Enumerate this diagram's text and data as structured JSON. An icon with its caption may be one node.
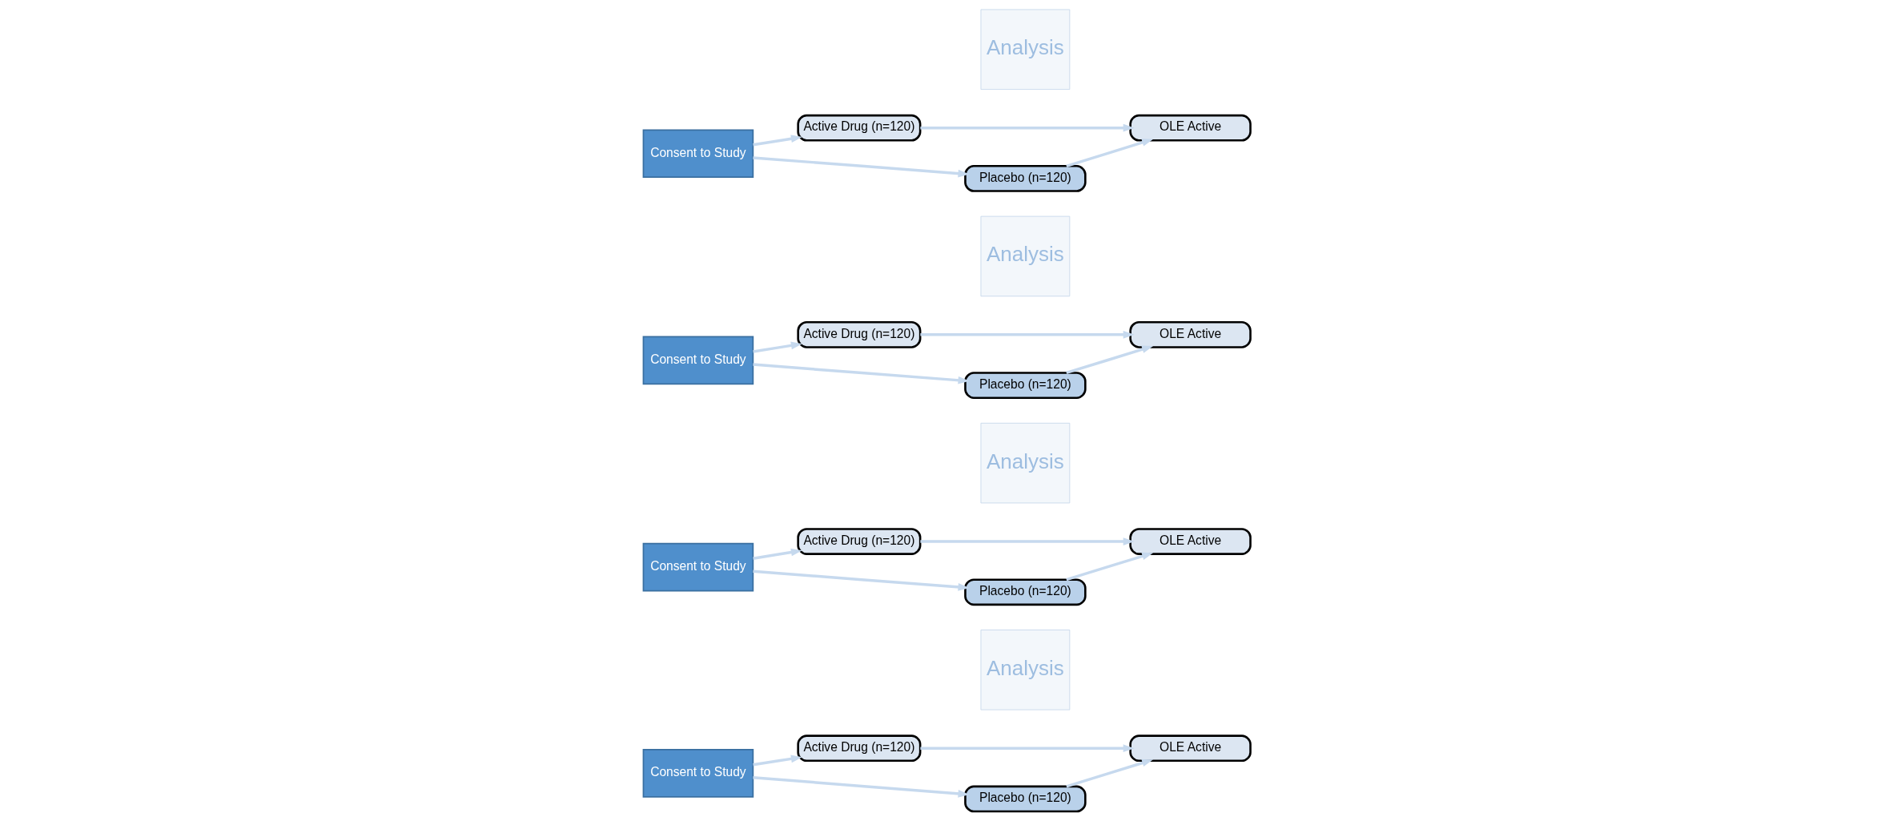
{
  "diagram": {
    "nodes": [
      {
        "text": [
          "Consent to Study"
        ]
      },
      {
        "text": [
          "Active Drug (n=120)"
        ]
      },
      {
        "text": [
          "Placebo (n=120)"
        ]
      },
      {
        "text": [
          "Analysis"
        ]
      },
      {
        "text": [
          "OLE Active"
        ]
      },
      {
        "text": [
          "Consent to Study"
        ]
      },
      {
        "text": [
          "Active Drug (n=120)"
        ]
      },
      {
        "text": [
          "Placebo (n=120)"
        ]
      },
      {
        "text": [
          "Analysis"
        ]
      },
      {
        "text": [
          "OLE Active"
        ]
      },
      {
        "text": [
          "Consent to Study"
        ]
      },
      {
        "text": [
          "Active Drug (n=120)"
        ]
      },
      {
        "text": [
          "Placebo (n=120)"
        ]
      },
      {
        "text": [
          "Analysis"
        ]
      },
      {
        "text": [
          "OLE Active"
        ]
      },
      {
        "text": [
          "Consent to Study"
        ]
      },
      {
        "text": [
          "Active Drug (n=120)"
        ]
      },
      {
        "text": [
          "Placebo (n=120)"
        ]
      },
      {
        "text": [
          "Analysis"
        ]
      },
      {
        "text": [
          "OLE Active"
        ]
      }
    ],
    "edges": [
      {
        "from": 0,
        "to": 1,
        "arrow": "to"
      },
      {
        "from": 0,
        "to": 2,
        "arrow": "to"
      },
      {
        "from": 1,
        "to": 4,
        "arrow": "to"
      },
      {
        "from": 2,
        "to": 4,
        "arrow": "to"
      },
      {
        "from": 5,
        "to": 6,
        "arrow": "to"
      },
      {
        "from": 5,
        "to": 7,
        "arrow": "to"
      },
      {
        "from": 6,
        "to": 9,
        "arrow": "to"
      },
      {
        "from": 7,
        "to": 9,
        "arrow": "to"
      },
      {
        "from": 10,
        "to": 11,
        "arrow": "to"
      },
      {
        "from": 10,
        "to": 12,
        "arrow": "to"
      },
      {
        "from": 11,
        "to": 14,
        "arrow": "to"
      },
      {
        "from": 12,
        "to": 14,
        "arrow": "to"
      },
      {
        "from": 15,
        "to": 16,
        "arrow": "to"
      },
      {
        "from": 15,
        "to": 17,
        "arrow": "to"
      },
      {
        "from": 16,
        "to": 19,
        "arrow": "to"
      },
      {
        "from": 17,
        "to": 19,
        "arrow": "to"
      }
    ]
  }
}
